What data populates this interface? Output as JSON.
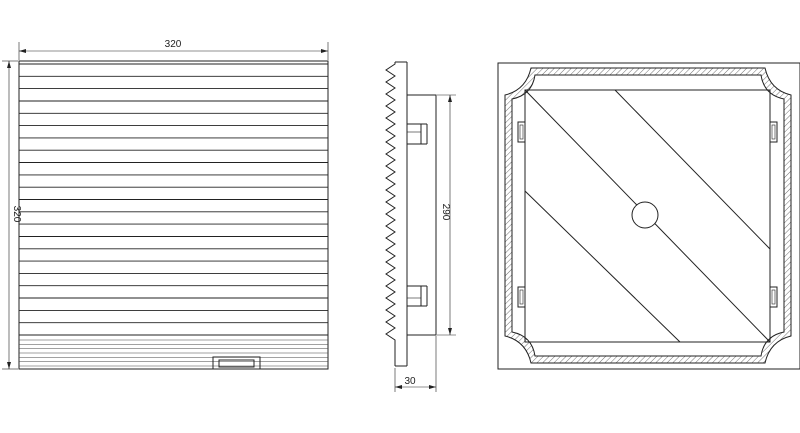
{
  "front_view": {
    "width_label": "320",
    "height_label": "320",
    "louver_slats": 22,
    "bottom_fine_lines": 7
  },
  "side_view": {
    "height_label": "290",
    "depth_label": "30",
    "teeth": 23
  },
  "back_view": {
    "center_hole": true
  }
}
